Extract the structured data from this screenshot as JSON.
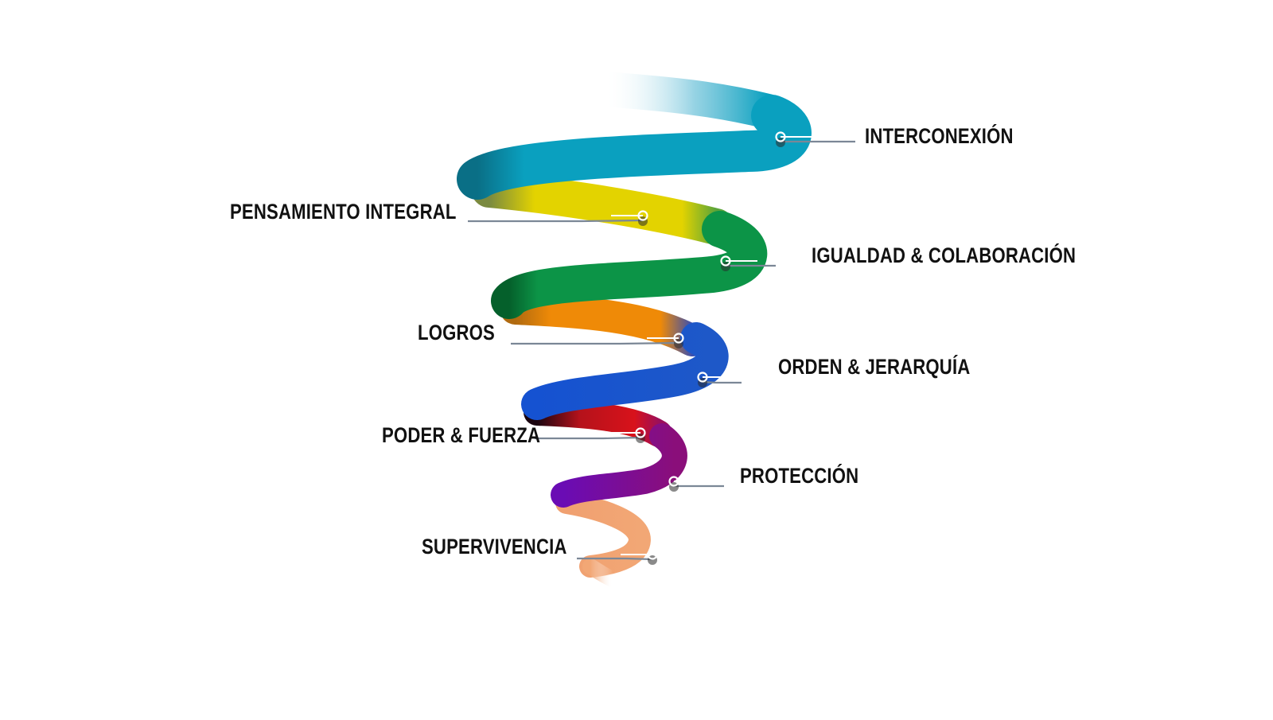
{
  "colors": {
    "interconexion": "#0aa0bf",
    "pensamiento_integral": "#e3d300",
    "igualdad_colaboracion": "#0c9447",
    "logros": "#ef8a07",
    "orden_jerarquia": "#1e58c8",
    "poder_fuerza": "#d8121b",
    "proteccion": "#7d0f9a",
    "supervivencia": "#f2a775",
    "connector": "#7b8796",
    "label_text": "#111111"
  },
  "levels": [
    {
      "id": "interconexion",
      "label": "INTERCONEXIÓN",
      "side": "right"
    },
    {
      "id": "pensamiento_integral",
      "label": "PENSAMIENTO INTEGRAL",
      "side": "left"
    },
    {
      "id": "igualdad_colaboracion",
      "label": "IGUALDAD & COLABORACIÓN",
      "side": "right"
    },
    {
      "id": "logros",
      "label": "LOGROS",
      "side": "left"
    },
    {
      "id": "orden_jerarquia",
      "label": "ORDEN & JERARQUÍA",
      "side": "right"
    },
    {
      "id": "poder_fuerza",
      "label": "PODER & FUERZA",
      "side": "left"
    },
    {
      "id": "proteccion",
      "label": "PROTECCIÓN",
      "side": "right"
    },
    {
      "id": "supervivencia",
      "label": "SUPERVIVENCIA",
      "side": "left"
    }
  ]
}
